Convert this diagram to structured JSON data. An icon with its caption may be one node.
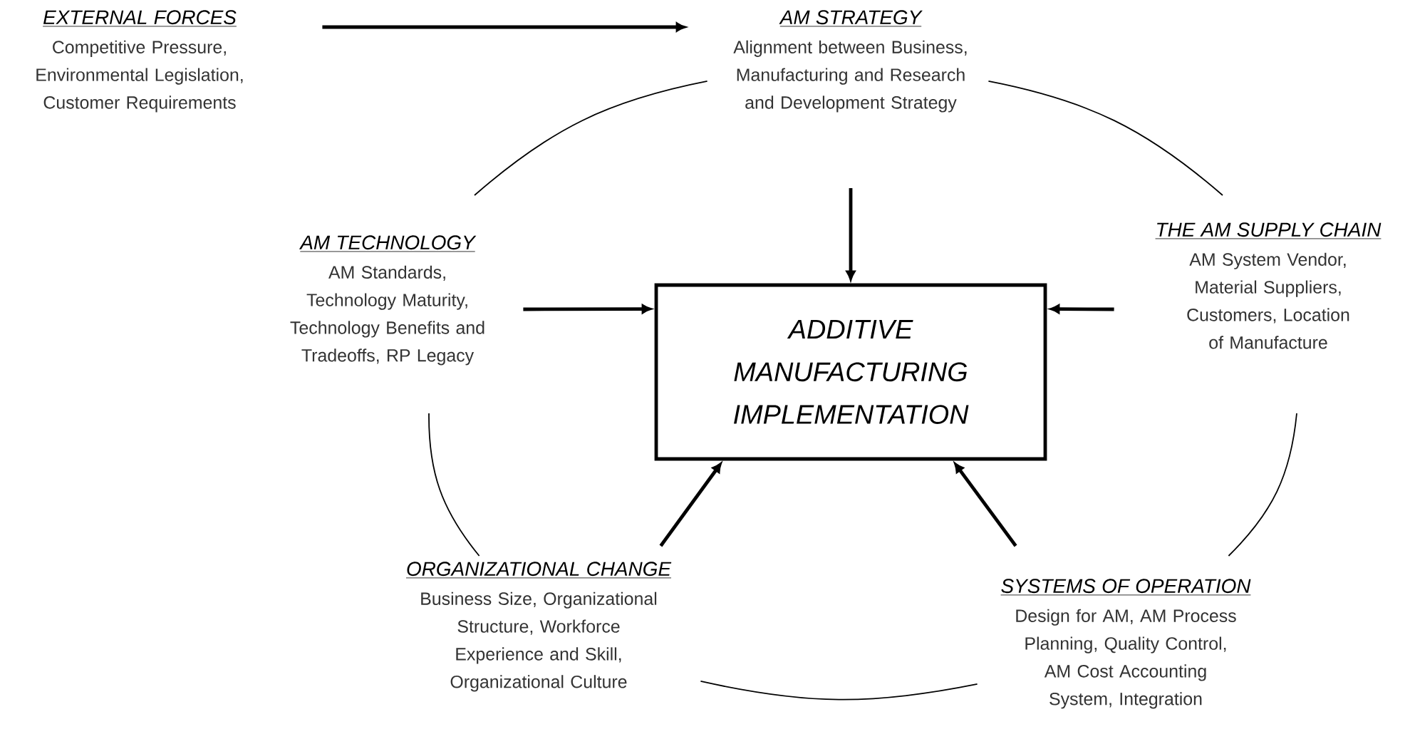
{
  "diagram": {
    "nodes": [
      {
        "text": [
          "EXTERNAL FORCES",
          "Competitive Pressure, Environmental Legislation, Customer Requirements"
        ]
      },
      {
        "text": [
          "AM STRATEGY",
          "Alignment between Business, Manufacturing and Research and Development Strategy"
        ]
      },
      {
        "text": [
          "AM TECHNOLOGY",
          "AM Standards, Technology Maturity, Technology Benefits and Tradeoffs, RP Legacy"
        ]
      },
      {
        "text": [
          "THE AM SUPPLY CHAIN",
          "AM System Vendor, Material Suppliers, Customers, Location of Manufacture"
        ]
      },
      {
        "text": [
          "ADDITIVE MANUFACTURING IMPLEMENTATION"
        ]
      },
      {
        "text": [
          "ORGANIZATIONAL CHANGE",
          "Business Size, Organizational Structure, Workforce Experience and Skill, Organizational Culture"
        ]
      },
      {
        "text": [
          "SYSTEMS OF OPERATION",
          "Design for AM, AM Process Planning, Quality Control, AM Cost Accounting System, Integration"
        ]
      }
    ],
    "edges": [
      {
        "from": 0,
        "to": 1,
        "arrow": "to"
      },
      {
        "from": 1,
        "to": 4,
        "arrow": "to"
      },
      {
        "from": 2,
        "to": 4,
        "arrow": "to"
      },
      {
        "from": 3,
        "to": 4,
        "arrow": "to"
      },
      {
        "from": 5,
        "to": 4,
        "arrow": "to"
      },
      {
        "from": 6,
        "to": 4,
        "arrow": "to"
      },
      {
        "from": 1,
        "to": 3,
        "arrow": "none"
      },
      {
        "from": 3,
        "to": 6,
        "arrow": "none"
      },
      {
        "from": 6,
        "to": 5,
        "arrow": "none"
      },
      {
        "from": 5,
        "to": 2,
        "arrow": "none"
      },
      {
        "from": 2,
        "to": 1,
        "arrow": "none"
      }
    ]
  }
}
